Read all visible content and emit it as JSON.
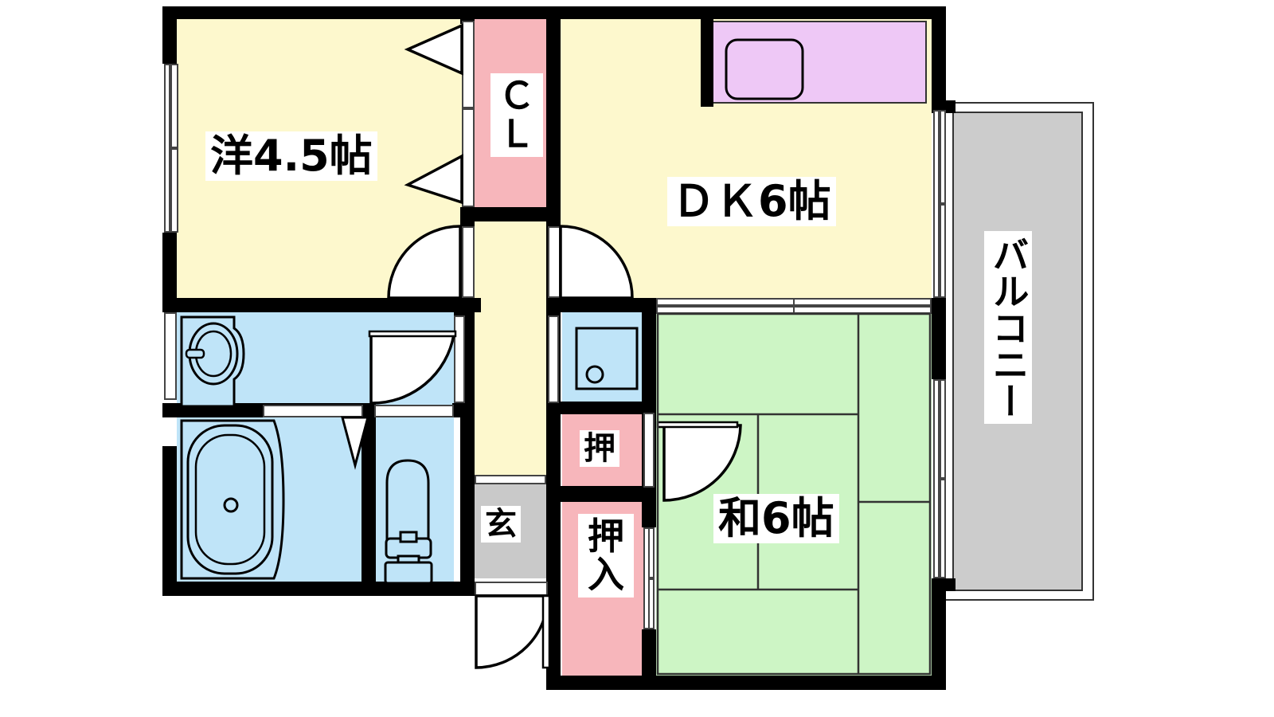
{
  "plan": {
    "type": "japanese-apartment-floorplan",
    "layout_code": "2DK",
    "background": "#ffffff",
    "wall_color": "#000000",
    "colors": {
      "flooring_yellow": "#fdf8cd",
      "tatami_green": "#cdf5c5",
      "closet_pink": "#f7b6bb",
      "water_blue": "#bfe4f8",
      "kitchen_purple": "#eec8f6",
      "balcony_gray": "#cccccc",
      "entrance_gray": "#c9c9c9"
    }
  },
  "rooms": [
    {
      "key": "western_room",
      "label": "洋4.5帖",
      "color": "#fdf8cd"
    },
    {
      "key": "dk",
      "label": "ＤＫ6帖",
      "color": "#fdf8cd"
    },
    {
      "key": "japanese_room",
      "label": "和6帖",
      "color": "#cdf5c5"
    },
    {
      "key": "closet_cl",
      "label": "ＣＬ",
      "color": "#f7b6bb"
    },
    {
      "key": "oshiire_1",
      "label": "押",
      "color": "#f7b6bb"
    },
    {
      "key": "oshiire_2",
      "label": "押入",
      "color": "#f7b6bb"
    },
    {
      "key": "entrance",
      "label": "玄",
      "color": "#c9c9c9"
    },
    {
      "key": "balcony",
      "label": "バルコニー",
      "color": "#cccccc"
    }
  ],
  "labels": {
    "western_room": "洋4.5帖",
    "dk": "ＤＫ6帖",
    "japanese_room": "和6帖",
    "closet_cl_line1": "Ｃ",
    "closet_cl_line2": "Ｌ",
    "oshiire_top": "押",
    "oshiire_bottom_line1": "押",
    "oshiire_bottom_line2": "入",
    "entrance": "玄",
    "balcony": "バルコニー"
  },
  "fixtures": [
    {
      "name": "washbasin",
      "room": "washroom",
      "shape": "oval-with-faucet"
    },
    {
      "name": "bathtub",
      "room": "bathroom",
      "shape": "rounded-rect-with-drain"
    },
    {
      "name": "toilet",
      "room": "toilet",
      "shape": "bowl-with-tank"
    },
    {
      "name": "kitchen-sink",
      "room": "dk-kitchen",
      "shape": "rounded-rect"
    },
    {
      "name": "washing-machine",
      "room": "hallway-alcove",
      "shape": "square-with-drain"
    }
  ],
  "openings": [
    {
      "name": "window-west-bedroom",
      "type": "sliding-window"
    },
    {
      "name": "window-west-washroom",
      "type": "sliding-window"
    },
    {
      "name": "window-east-dk",
      "type": "sliding-glass-door"
    },
    {
      "name": "window-east-tatami",
      "type": "sliding-glass-door"
    },
    {
      "name": "door-bedroom",
      "type": "hinged-door"
    },
    {
      "name": "door-dk",
      "type": "hinged-door"
    },
    {
      "name": "door-washroom",
      "type": "hinged-door"
    },
    {
      "name": "door-tatami",
      "type": "hinged-door"
    },
    {
      "name": "door-entrance",
      "type": "hinged-door"
    },
    {
      "name": "door-toilet",
      "type": "sliding-door"
    },
    {
      "name": "fusuma-dk-tatami",
      "type": "sliding-fusuma"
    },
    {
      "name": "closet-cl-doors",
      "type": "folding-door"
    }
  ]
}
